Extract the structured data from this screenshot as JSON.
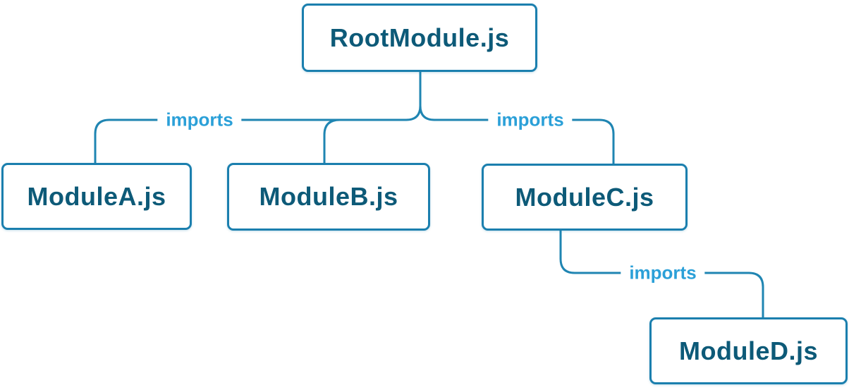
{
  "diagram": {
    "nodes": {
      "root": {
        "label": "RootModule.js"
      },
      "a": {
        "label": "ModuleA.js"
      },
      "b": {
        "label": "ModuleB.js"
      },
      "c": {
        "label": "ModuleC.js"
      },
      "d": {
        "label": "ModuleD.js"
      }
    },
    "edge_labels": {
      "root_left": "imports",
      "root_right": "imports",
      "c_to_d": "imports"
    },
    "colors": {
      "node_border": "#1b7fae",
      "node_text": "#0d5a78",
      "edge": "#1f85b2",
      "edge_label": "#2ba0d8",
      "background": "#ffffff"
    }
  }
}
